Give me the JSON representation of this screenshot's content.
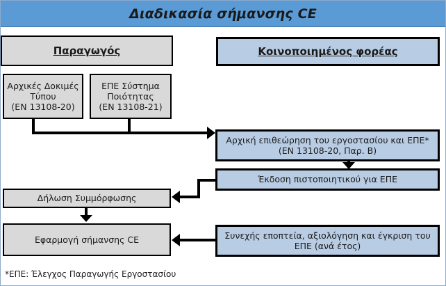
{
  "header": {
    "title": "Διαδικασία σήμανσης CE"
  },
  "columns": {
    "producer": {
      "label": "Παραγωγός"
    },
    "notified_body": {
      "label": "Κοινοποιημένος φορέας "
    }
  },
  "producer_tasks": [
    {
      "name": "initial-type-testing",
      "line1": "Αρχικές Δοκιμές",
      "line2": "Τύπου",
      "line3": "(EN 13108-20)"
    },
    {
      "name": "fpc-quality-system",
      "line1": "ΕΠΕ Σύστημα",
      "line2": "Ποιότητας",
      "line3": "(EN 13108-21)"
    }
  ],
  "notified_steps": [
    {
      "name": "initial-inspection",
      "line1": "Αρχική επιθεώρηση του εργοστασίου και ΕΠΕ*",
      "line2": "(EN 13108-20, Παρ. Β)"
    },
    {
      "name": "certificate-issue",
      "line1": "Έκδοση πιστοποιητικού για ΕΠΕ",
      "line2": ""
    },
    {
      "name": "continuous-surveillance",
      "line1": "Συνεχής εποπτεία, αξιολόγηση και έγκριση του",
      "line2": "ΕΠΕ (ανά έτος)"
    }
  ],
  "producer_outputs": [
    {
      "name": "declaration-of-conformity",
      "label": "Δήλωση Συμμόρφωσης"
    },
    {
      "name": "apply-ce-marking",
      "label": "Εφαρμογή σήμανσης CE"
    }
  ],
  "footnote": {
    "text": "*ΕΠΕ: Έλεγχος Παραγωγής Εργοστασίου"
  },
  "colors": {
    "title_bar": "#5b9bd5",
    "producer_box": "#d9d9d9",
    "notified_box": "#b8cce4",
    "border": "#000000",
    "frame": "#8ea9c9"
  }
}
